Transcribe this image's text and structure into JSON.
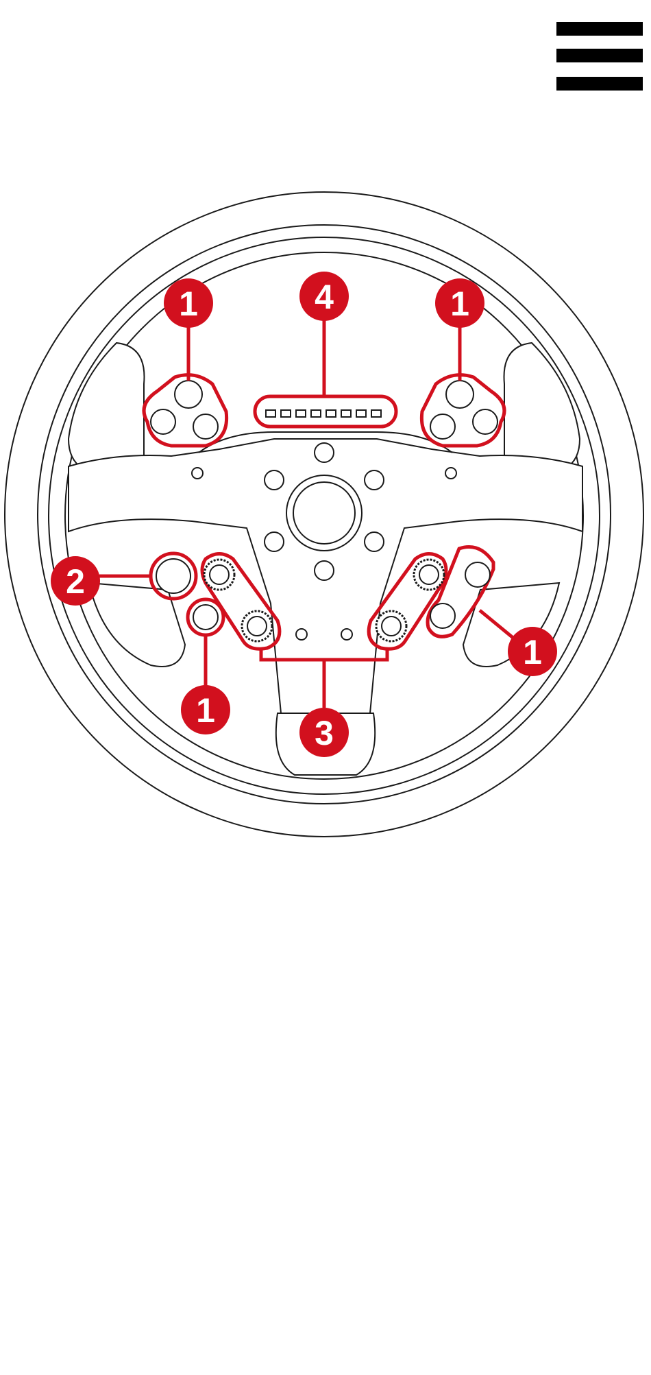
{
  "header": {
    "menu_icon": "hamburger-menu-icon"
  },
  "diagram": {
    "subject": "steering-wheel",
    "colors": {
      "line": "#1a1a1a",
      "accent": "#d2101e",
      "callout_text": "#ffffff",
      "background": "#ffffff"
    },
    "callouts": [
      {
        "id": "top-left-buttons",
        "label": "1"
      },
      {
        "id": "rev-lights",
        "label": "4"
      },
      {
        "id": "top-right-buttons",
        "label": "1"
      },
      {
        "id": "left-large-button",
        "label": "2"
      },
      {
        "id": "right-lower-buttons",
        "label": "1"
      },
      {
        "id": "left-lower-button",
        "label": "1"
      },
      {
        "id": "rotary-encoders",
        "label": "3"
      }
    ]
  }
}
